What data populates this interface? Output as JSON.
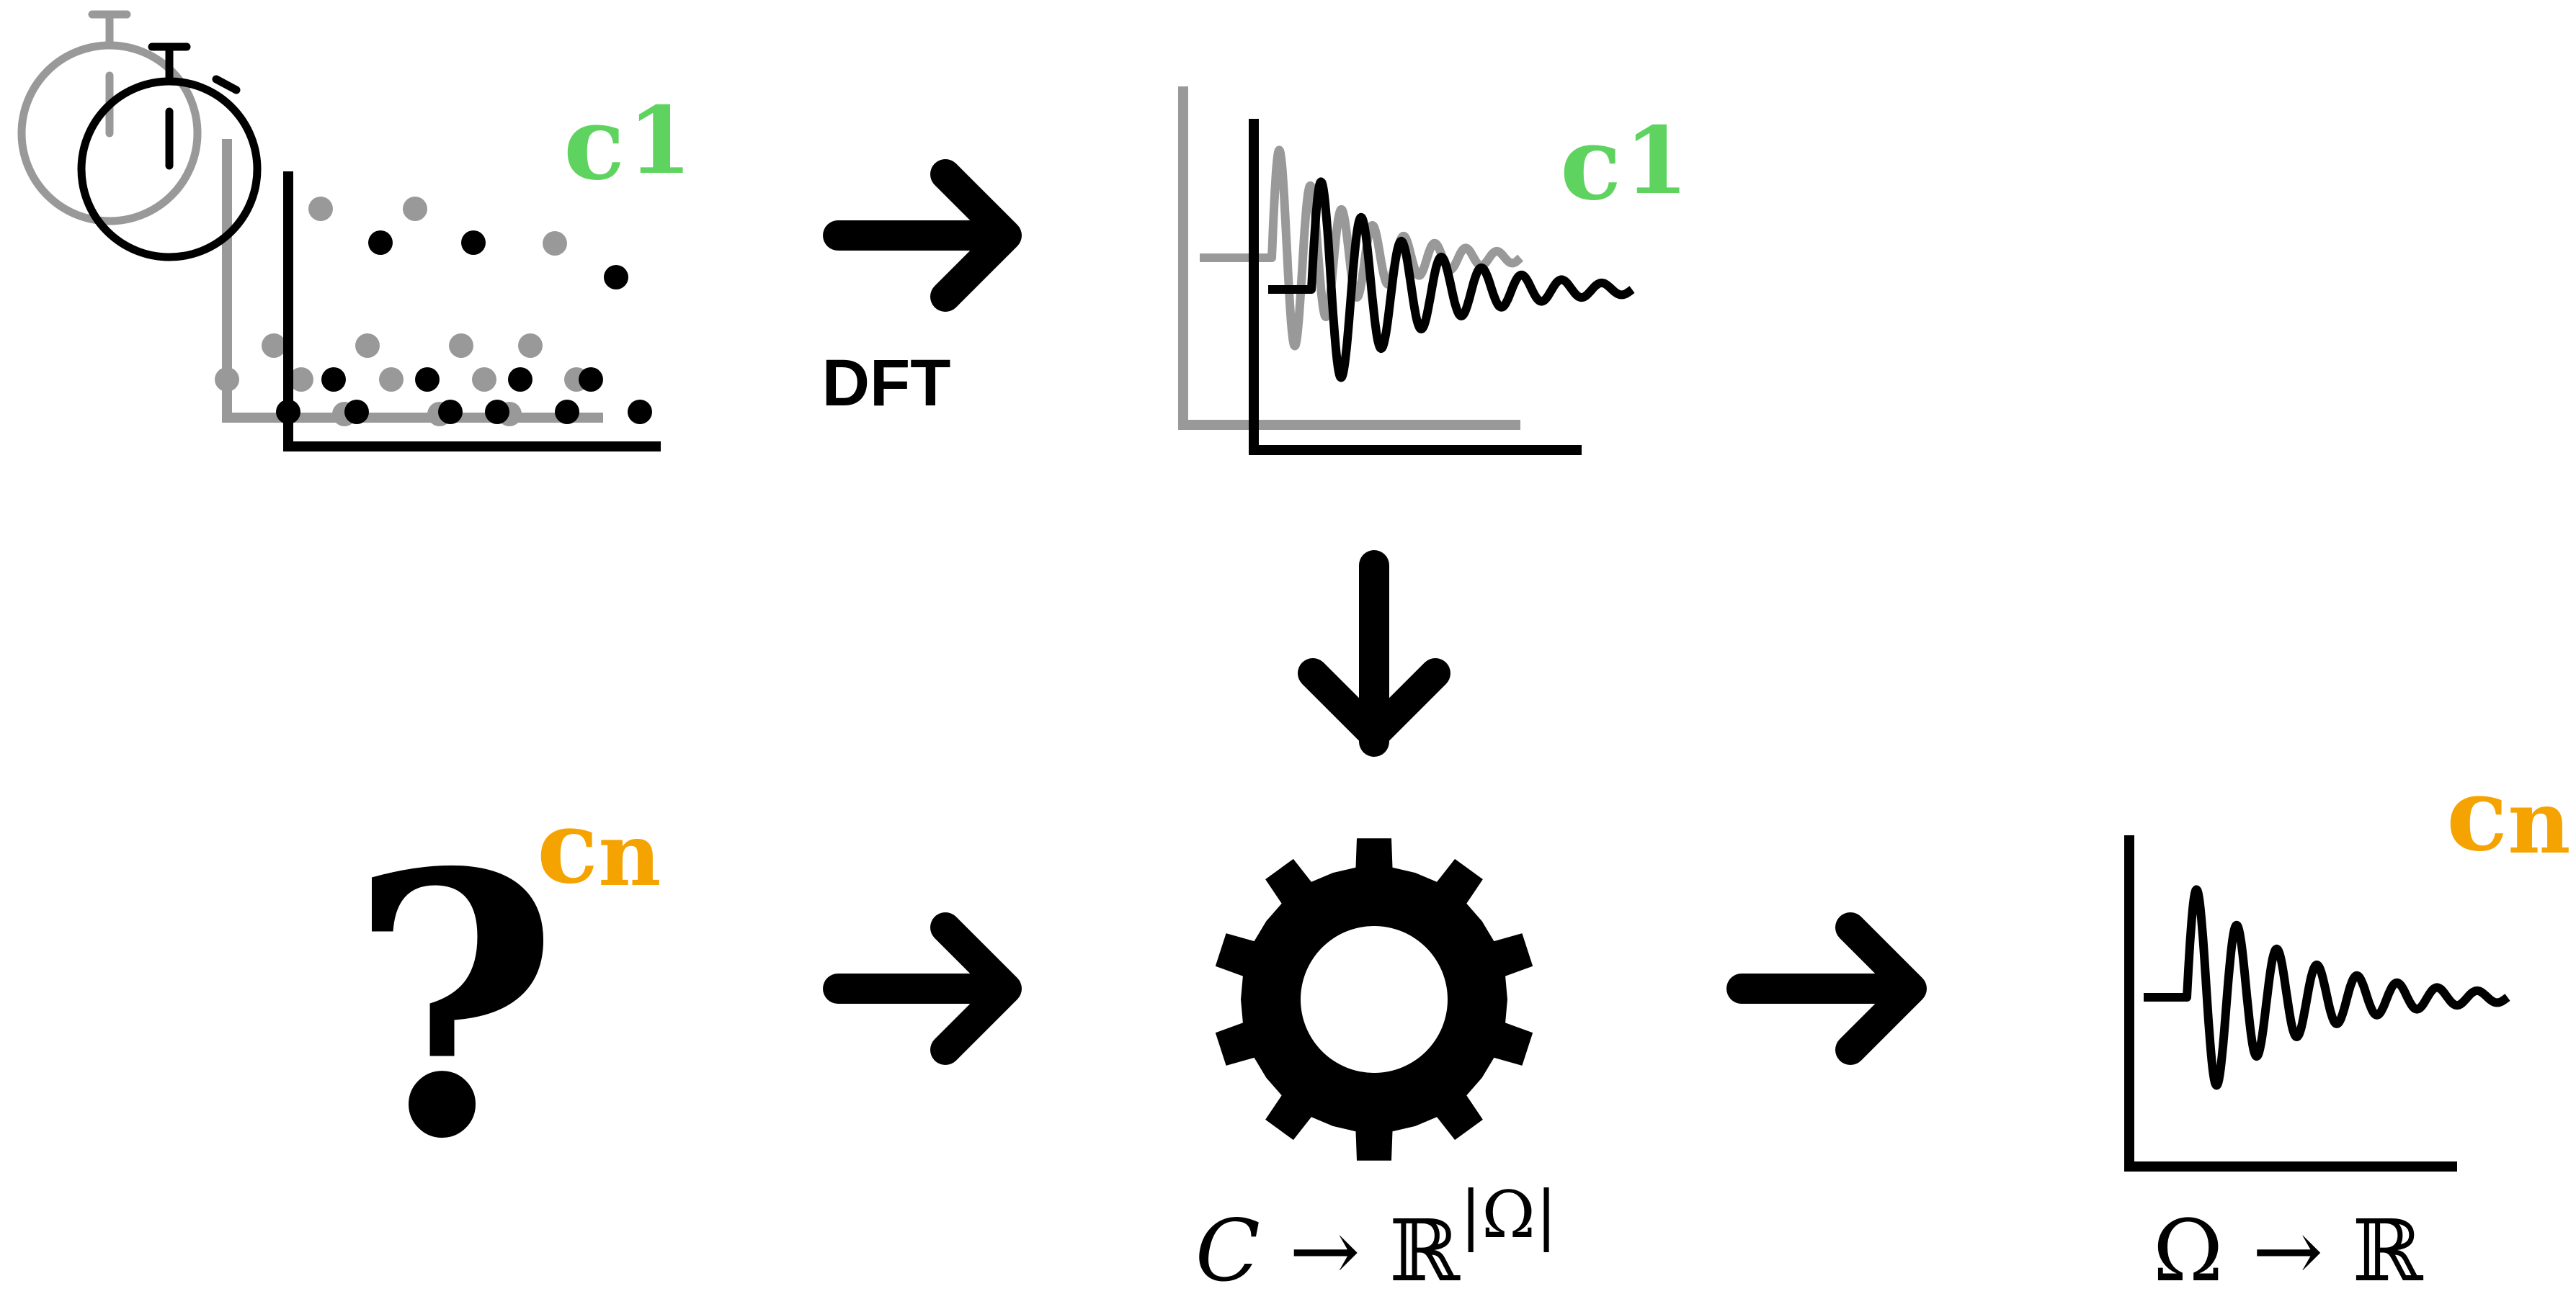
{
  "colors": {
    "black": "#000000",
    "gray": "#999999",
    "green": "#5fd35f",
    "orange": "#f5a300"
  },
  "top_left": {
    "label_letter": "c",
    "label_index": "1",
    "icon": "stopwatch-icon"
  },
  "top_arrow": {
    "label": "DFT",
    "icon": "arrow-right-icon"
  },
  "top_right": {
    "label_letter": "c",
    "label_index": "1"
  },
  "down_arrow": {
    "icon": "arrow-down-icon"
  },
  "bottom_left": {
    "symbol": "?",
    "label_letter": "c",
    "label_index": "n",
    "icon": "question-mark-icon"
  },
  "bottom_middle": {
    "icon": "gear-icon",
    "formula_lhs": "C",
    "formula_arrow": "→",
    "formula_rhs": "ℝ",
    "formula_sup": "|Ω|"
  },
  "bottom_right": {
    "label_letter": "c",
    "label_index": "n",
    "formula_lhs": "Ω",
    "formula_arrow": "→",
    "formula_rhs": "ℝ"
  }
}
